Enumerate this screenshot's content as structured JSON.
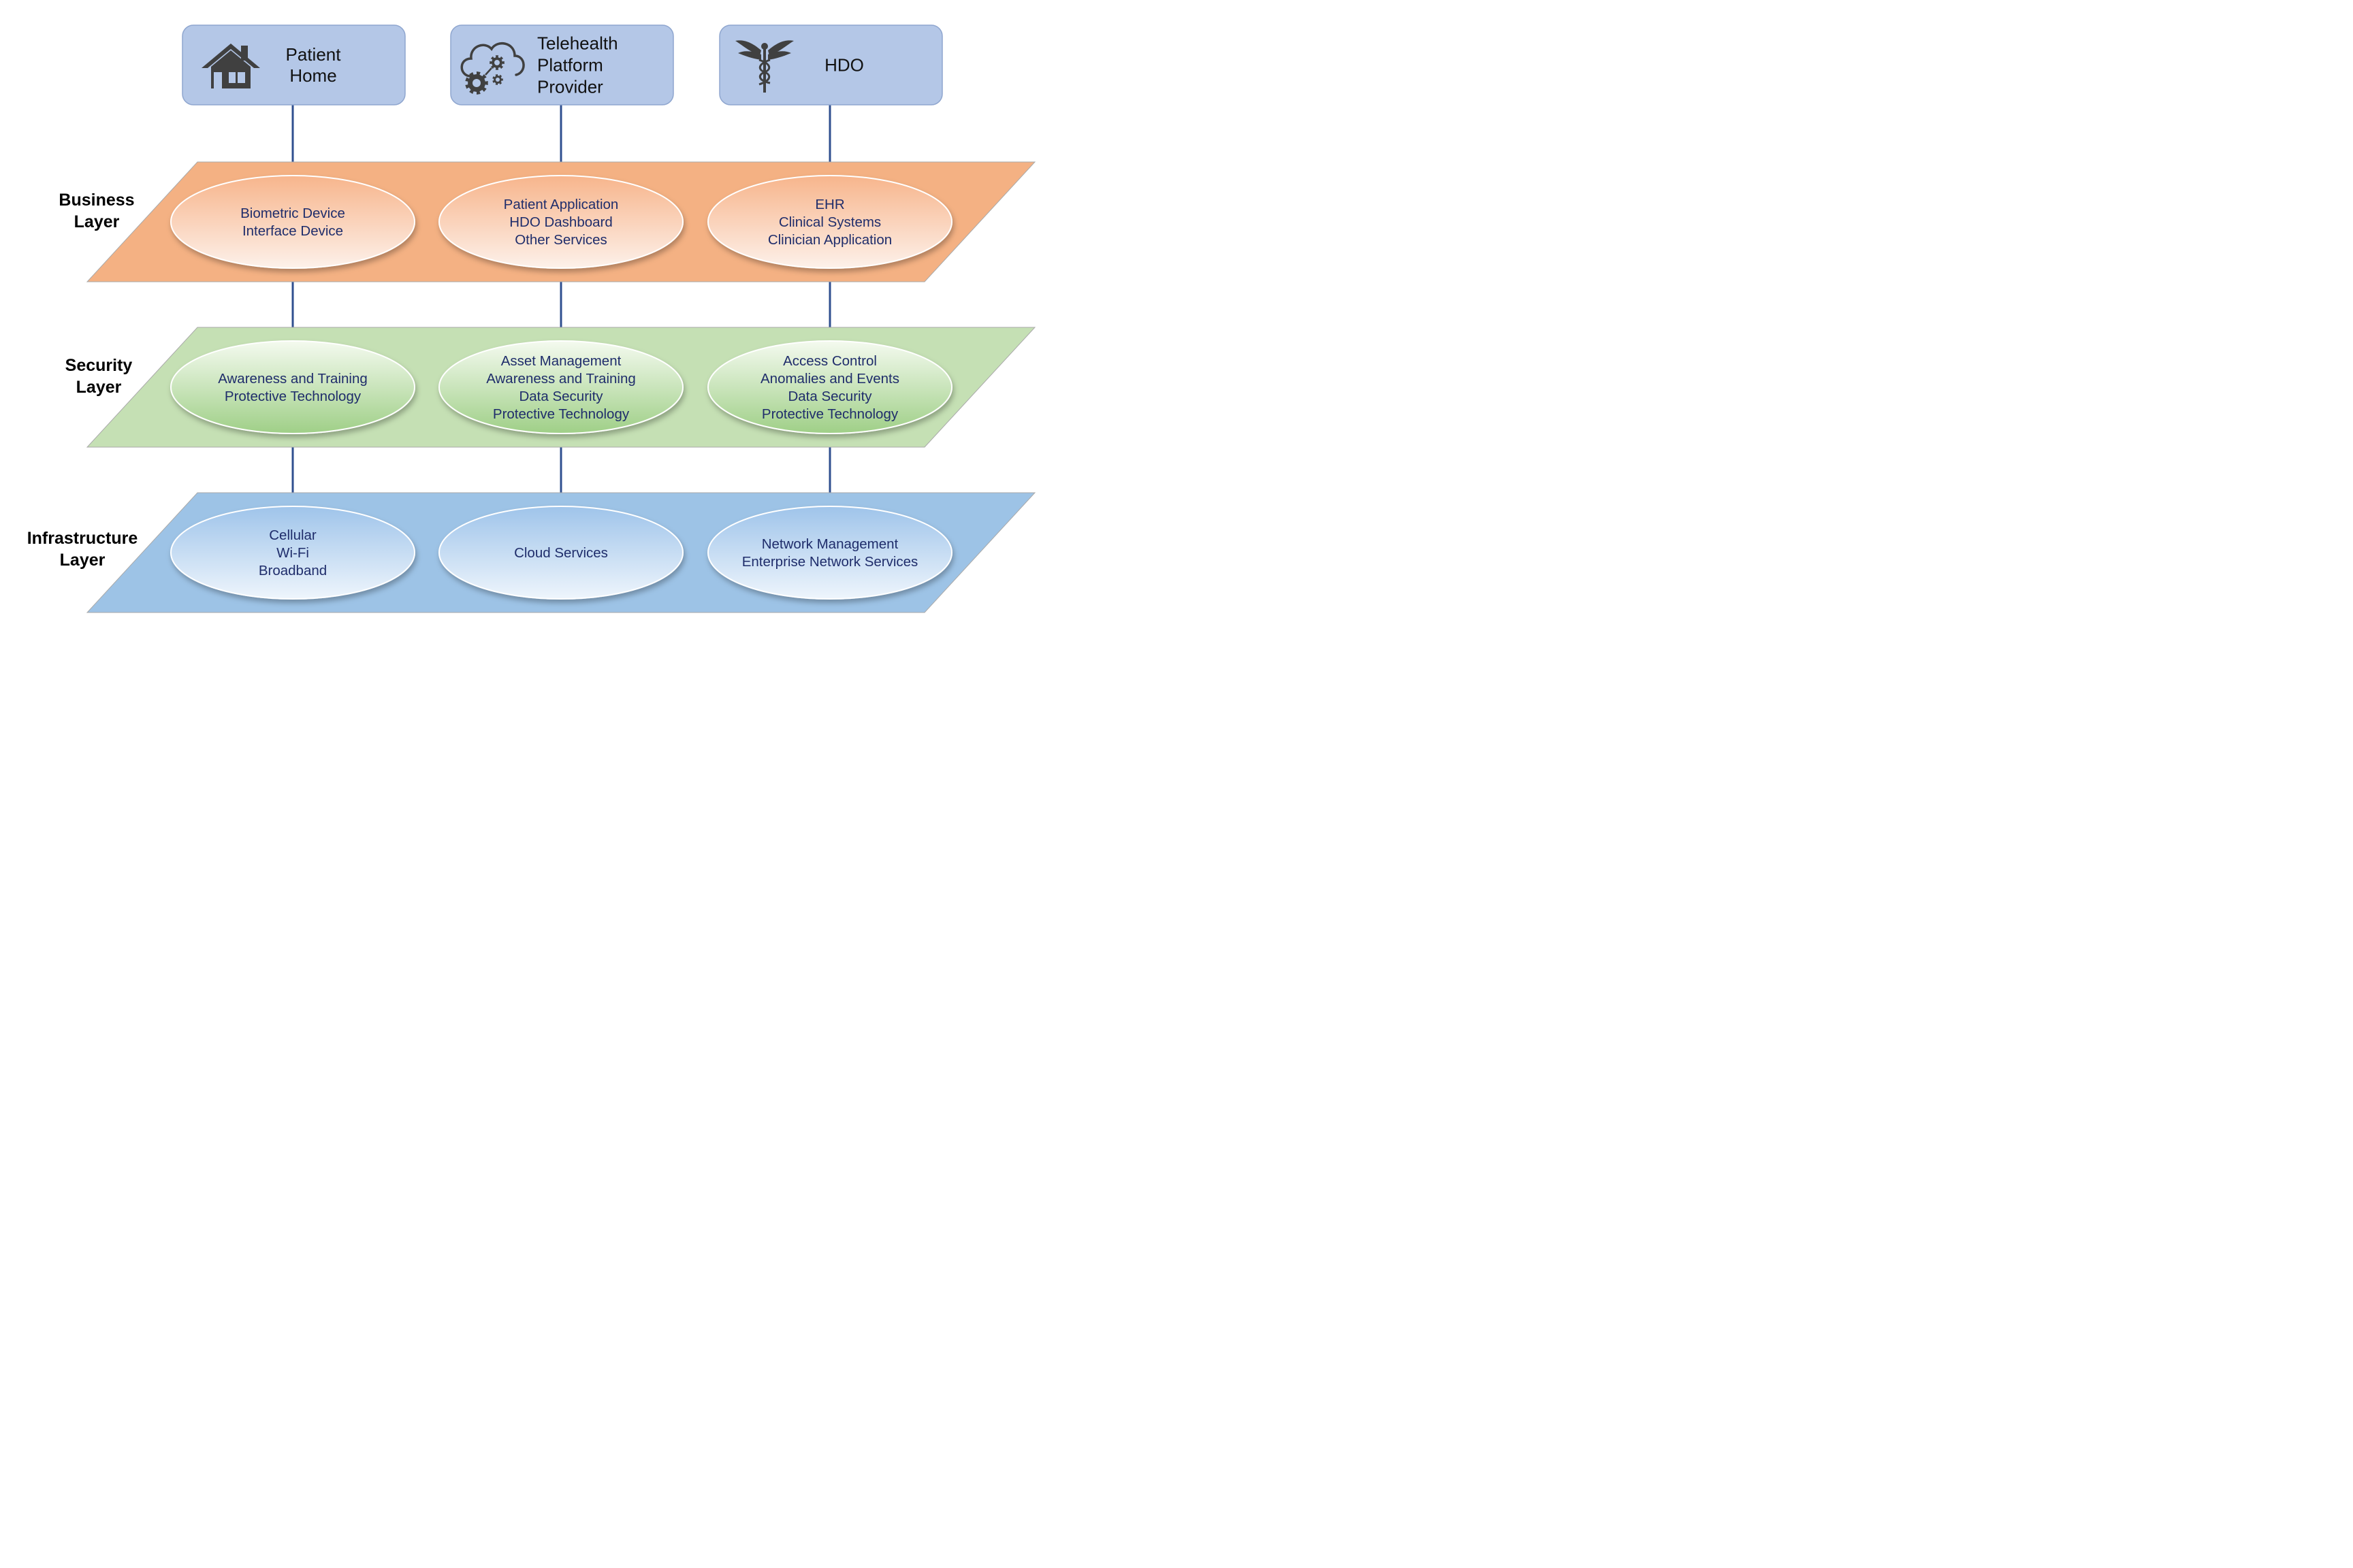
{
  "colors": {
    "entity_fill": "#b4c7e7",
    "entity_stroke": "#8fa6cf",
    "connector": "#2f4f8f",
    "business_plane": "#f4b183",
    "security_plane": "#c5e0b4",
    "infrastructure_plane": "#9dc3e6",
    "ellipse_text": "#1f2d6b"
  },
  "entities": [
    {
      "name": "patient-home",
      "icon": "house-icon",
      "lines": [
        "Patient",
        "Home"
      ]
    },
    {
      "name": "telehealth-platform-provider",
      "icon": "cloud-gears-icon",
      "lines": [
        "Telehealth",
        "Platform",
        "Provider"
      ]
    },
    {
      "name": "hdo",
      "icon": "caduceus-icon",
      "lines": [
        "HDO"
      ]
    }
  ],
  "layers": [
    {
      "name": "business",
      "label": [
        "Business",
        "Layer"
      ],
      "color": "#f4b183",
      "ellipses": [
        {
          "lines": [
            "Biometric Device",
            "Interface Device"
          ]
        },
        {
          "lines": [
            "Patient Application",
            "HDO Dashboard",
            "Other Services"
          ]
        },
        {
          "lines": [
            "EHR",
            "Clinical Systems",
            "Clinician Application"
          ]
        }
      ]
    },
    {
      "name": "security",
      "label": [
        "Security",
        "Layer"
      ],
      "color": "#c5e0b4",
      "ellipses": [
        {
          "lines": [
            "Awareness and Training",
            "Protective Technology"
          ]
        },
        {
          "lines": [
            "Asset Management",
            "Awareness and Training",
            "Data Security",
            "Protective Technology"
          ]
        },
        {
          "lines": [
            "Access Control",
            "Anomalies and Events",
            "Data Security",
            "Protective Technology"
          ]
        }
      ]
    },
    {
      "name": "infrastructure",
      "label": [
        "Infrastructure",
        "Layer"
      ],
      "color": "#9dc3e6",
      "ellipses": [
        {
          "lines": [
            "Cellular",
            "Wi-Fi",
            "Broadband"
          ]
        },
        {
          "lines": [
            "Cloud Services"
          ]
        },
        {
          "lines": [
            "Network Management",
            "Enterprise Network Services"
          ]
        }
      ]
    }
  ]
}
